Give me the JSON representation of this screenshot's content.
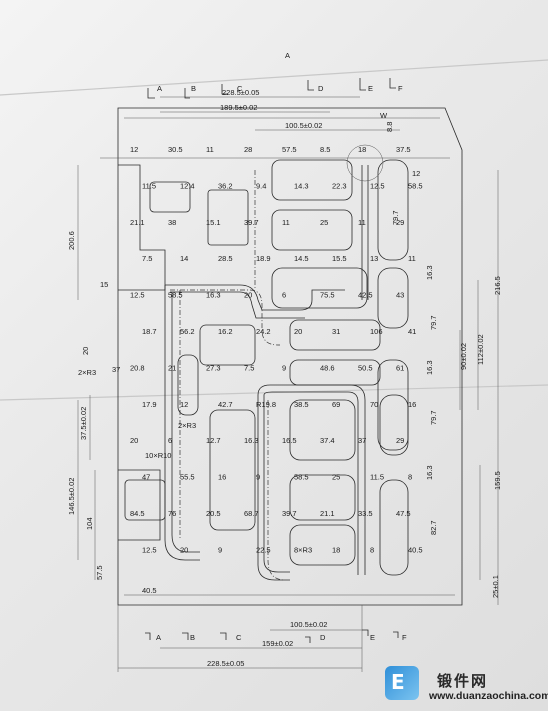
{
  "view_title": "A",
  "section_marks": {
    "top": [
      "A",
      "B",
      "C",
      "D",
      "E",
      "F"
    ],
    "bottom": [
      "A",
      "B",
      "C",
      "D",
      "E",
      "F"
    ],
    "detail": "W"
  },
  "dims_top": [
    "228.5±0.05",
    "189.5±0.02",
    "100.5±0.02",
    "8.8"
  ],
  "dims_bottom": [
    "100.5±0.02",
    "159±0.02",
    "228.5±0.05",
    "40.5"
  ],
  "dims_left": [
    "200.6",
    "146.5±0.02",
    "37.5±0.02",
    "104",
    "57.5",
    "20",
    "15",
    "37",
    "2×R3",
    "10×R10",
    "2×R3"
  ],
  "dims_right": [
    "216.5",
    "112±0.02",
    "90±0.02",
    "159.5",
    "25±0.1",
    "79.7",
    "79.7",
    "79.7",
    "82.7",
    "16.3",
    "16.3",
    "16.3",
    "12"
  ],
  "dims_interior": [
    "12",
    "30.5",
    "11",
    "28",
    "57.5",
    "8.5",
    "18",
    "37.5",
    "11.5",
    "12.4",
    "36.2",
    "9.4",
    "14.3",
    "22.3",
    "12.5",
    "58.5",
    "21.1",
    "38",
    "15.1",
    "39.7",
    "11",
    "25",
    "11",
    "29",
    "7.5",
    "14",
    "28.5",
    "18.9",
    "14.5",
    "15.5",
    "13",
    "11",
    "12.5",
    "58.5",
    "16.3",
    "20",
    "6",
    "75.5",
    "42.5",
    "43",
    "18.7",
    "56.2",
    "16.2",
    "24.2",
    "20",
    "31",
    "106",
    "41",
    "20.8",
    "21",
    "27.3",
    "7.5",
    "9",
    "48.6",
    "50.5",
    "61",
    "17.9",
    "12",
    "42.7",
    "R19.8",
    "38.5",
    "69",
    "70",
    "16",
    "20",
    "6",
    "12.7",
    "16.3",
    "16.5",
    "37.4",
    "37",
    "29",
    "47",
    "55.5",
    "16",
    "9",
    "58.5",
    "25",
    "11.5",
    "8",
    "84.5",
    "76",
    "20.5",
    "68.7",
    "39.7",
    "21.1",
    "33.5",
    "47.5",
    "12.5",
    "20",
    "9",
    "22.5",
    "8×R3",
    "18",
    "8",
    "40.5"
  ],
  "watermark": {
    "logo_glyph": "E",
    "title": "锻件网",
    "url": "www.duanzaochina.com"
  }
}
